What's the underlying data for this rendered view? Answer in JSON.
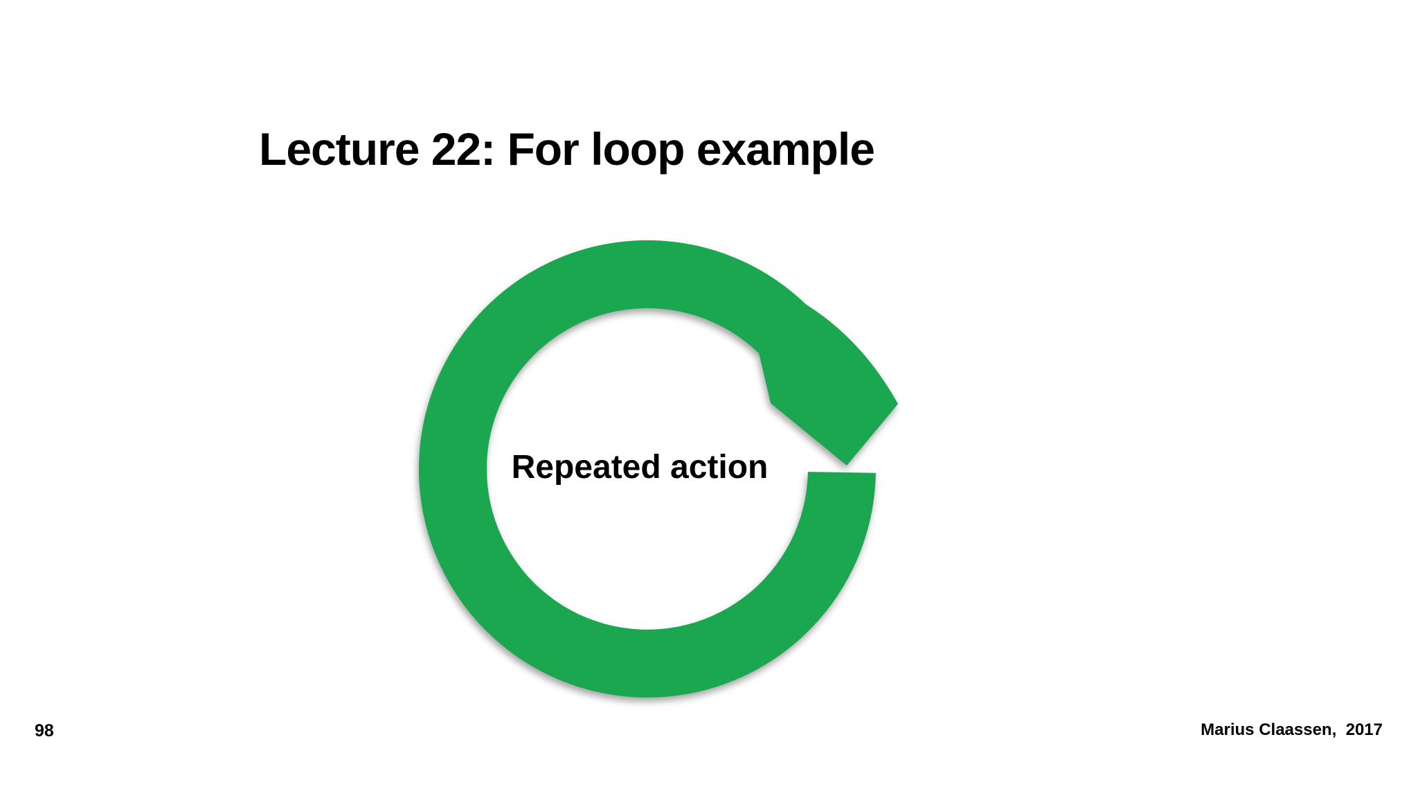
{
  "slide": {
    "title": "Lecture 22: For loop example",
    "diagram": {
      "icon": "loop-arrow-clockwise",
      "label": "Repeated action"
    },
    "footer": {
      "page_number": "98",
      "credit": "Marius Claassen,  2017"
    },
    "colors": {
      "loop_green": "#1BA750",
      "text": "#000000",
      "background": "#FFFFFF"
    }
  }
}
